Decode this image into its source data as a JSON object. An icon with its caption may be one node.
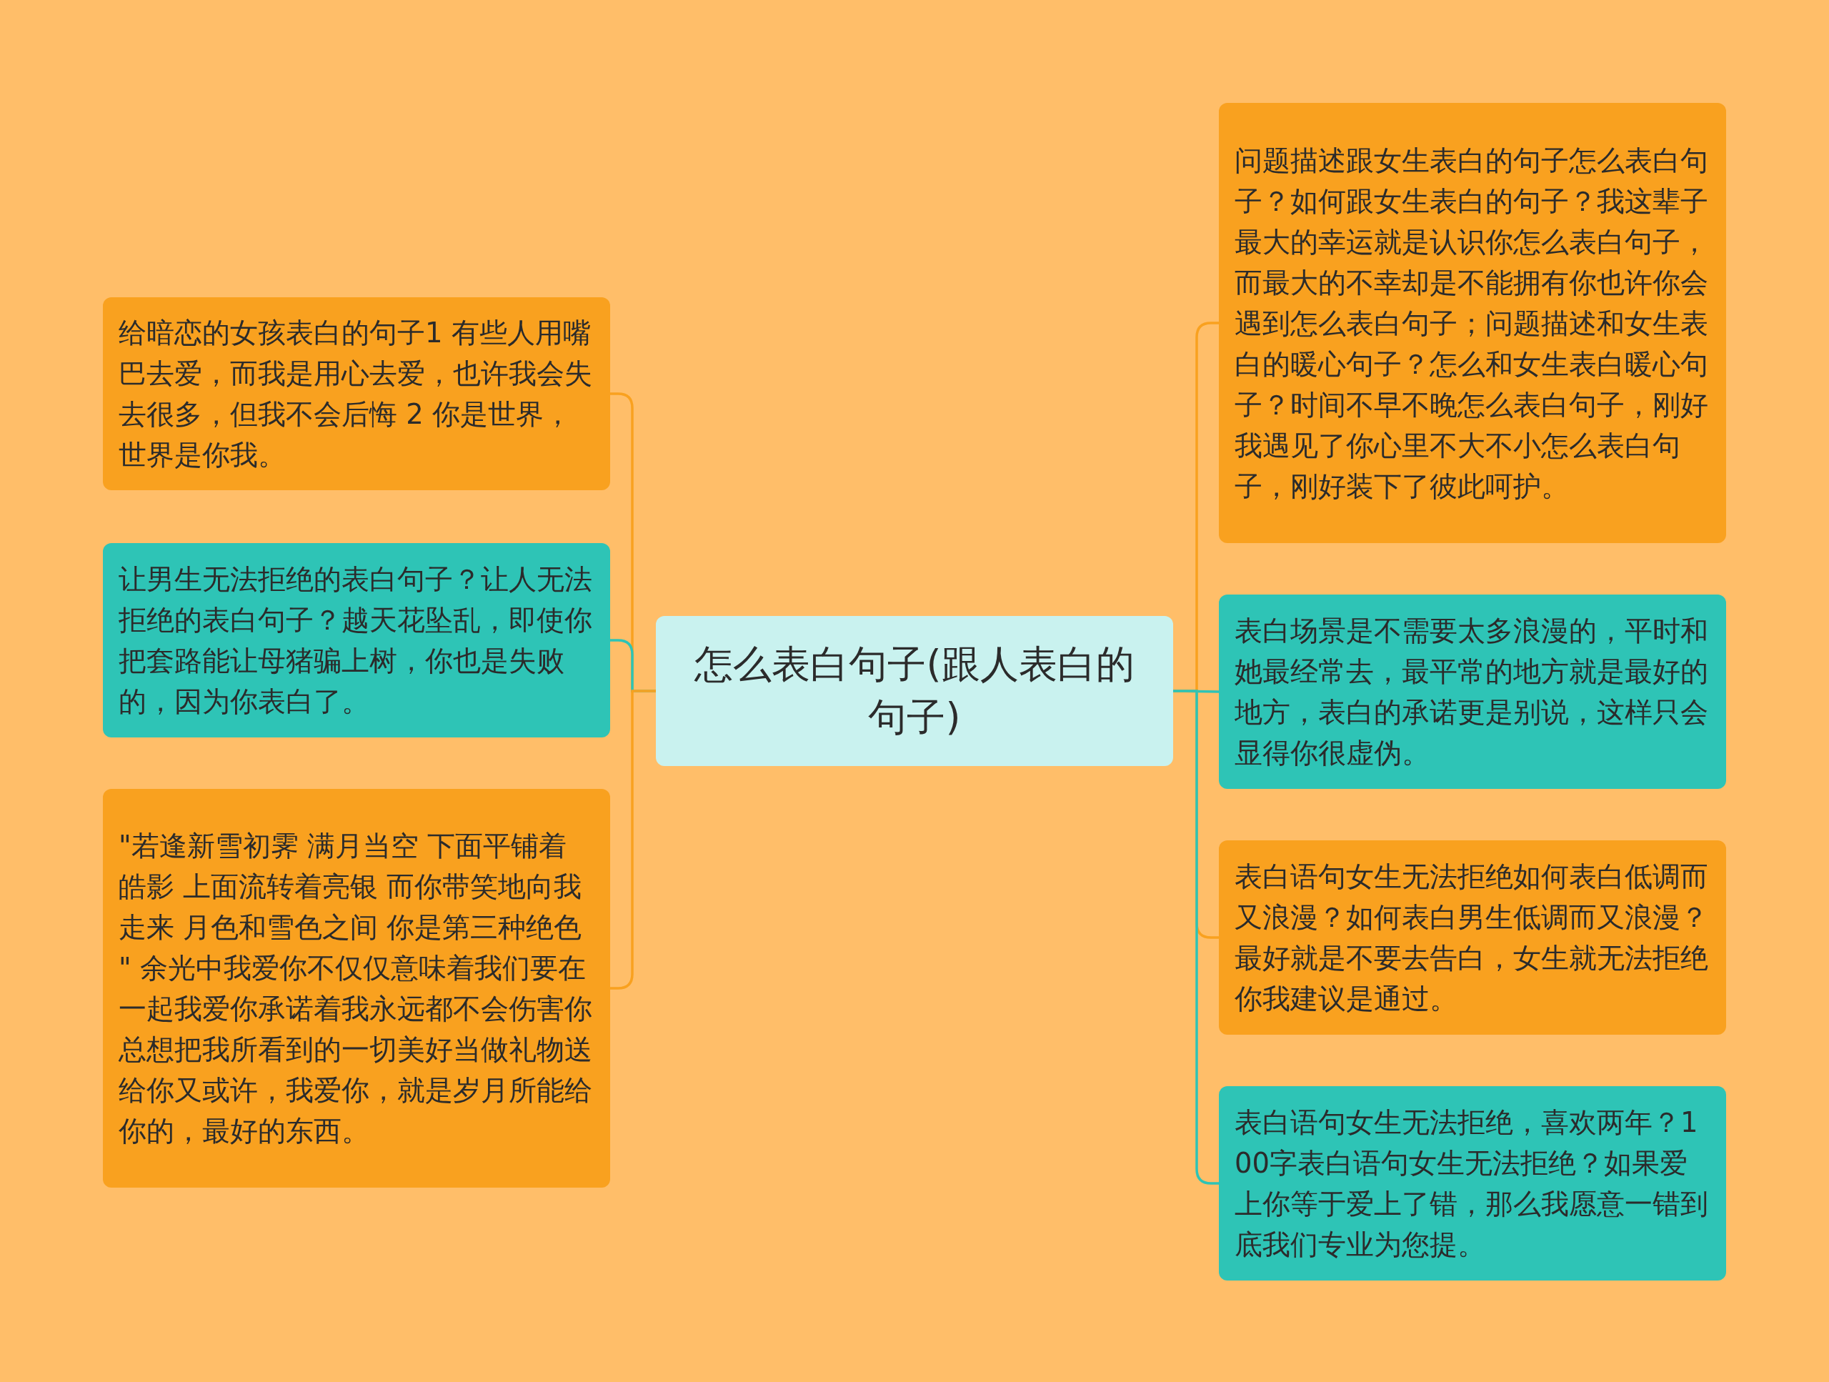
{
  "diagram": {
    "nodes": [
      {
        "text": [
          "怎么表白句子(跟人表白的句子)"
        ]
      },
      {
        "text": [
          "给暗恋的女孩表白的句子1 有些人用嘴巴去爱，而我是用心去爱，也许我会失去很多，但我不会后悔 2 你是世界，世界是你我。"
        ]
      },
      {
        "text": [
          "让男生无法拒绝的表白句子？让人无法拒绝的表白句子？越天花坠乱，即使你把套路能让母猪骗上树，你也是失败的，因为你表白了。"
        ]
      },
      {
        "text": [
          "\"若逢新雪初霁 满月当空 下面平铺着皓影 上面流转着亮银 而你带笑地向我走来 月色和雪色之间 你是第三种绝色 \" 余光中我爱你不仅仅意味着我们要在一起我爱你承诺着我永远都不会伤害你总想把我所看到的一切美好当做礼物送给你又或许，我爱你，就是岁月所能给你的，最好的东西。"
        ]
      },
      {
        "text": [
          "问题描述跟女生表白的句子怎么表白句子？如何跟女生表白的句子？我这辈子最大的幸运就是认识你怎么表白句子，而最大的不幸却是不能拥有你也许你会遇到怎么表白句子；问题描述和女生表白的暖心句子？怎么和女生表白暖心句子？时间不早不晚怎么表白句子，刚好我遇见了你心里不大不小怎么表白句子，刚好装下了彼此呵护。"
        ]
      },
      {
        "text": [
          "表白场景是不需要太多浪漫的，平时和她最经常去，最平常的地方就是最好的地方，表白的承诺更是别说，这样只会显得你很虚伪。"
        ]
      },
      {
        "text": [
          "表白语句女生无法拒绝如何表白低调而又浪漫？如何表白男生低调而又浪漫？最好就是不要去告白，女生就无法拒绝你我建议是通过。"
        ]
      },
      {
        "text": [
          "表白语句女生无法拒绝，喜欢两年？100字表白语句女生无法拒绝？如果爱上你等于爱上了错，那么我愿意一错到底我们专业为您提。"
        ]
      }
    ],
    "edges": [
      {
        "from": 0,
        "to": 1,
        "arrow": "none"
      },
      {
        "from": 0,
        "to": 2,
        "arrow": "none",
        "color": "#2ec4b6"
      },
      {
        "from": 0,
        "to": 3,
        "arrow": "none"
      },
      {
        "from": 0,
        "to": 4,
        "arrow": "none"
      },
      {
        "from": 0,
        "to": 5,
        "arrow": "none",
        "color": "#2ec4b6"
      },
      {
        "from": 0,
        "to": 6,
        "arrow": "none"
      },
      {
        "from": 0,
        "to": 7,
        "arrow": "none",
        "color": "#2ec4b6"
      }
    ]
  }
}
